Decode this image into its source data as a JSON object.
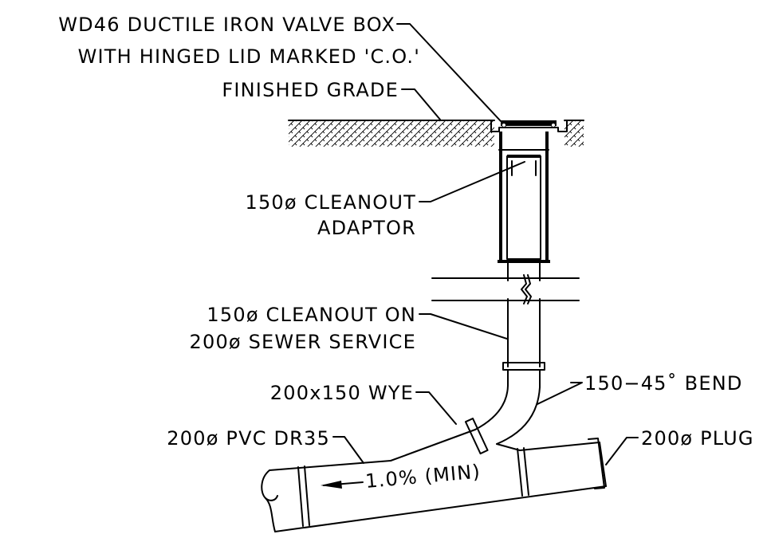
{
  "labels": {
    "valve_box_line1": "WD46 DUCTILE IRON VALVE BOX",
    "valve_box_line2": "WITH HINGED LID MARKED 'C.O.'",
    "finished_grade": "FINISHED GRADE",
    "adaptor_line1": "150ø CLEANOUT",
    "adaptor_line2": "ADAPTOR",
    "cleanout_line1": "150ø CLEANOUT ON",
    "cleanout_line2": "200ø SEWER SERVICE",
    "bend": "150−45˚ BEND",
    "wye": "200x150 WYE",
    "pvc": "200ø PVC DR35",
    "plug": "200ø PLUG",
    "slope": "1.0% (MIN)"
  },
  "colors": {
    "ink": "#000000",
    "background": "#ffffff"
  }
}
